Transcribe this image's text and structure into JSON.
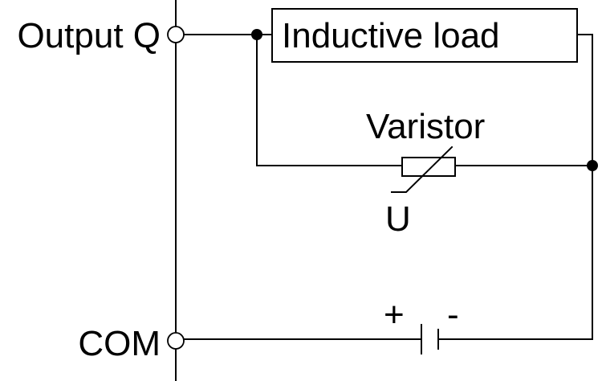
{
  "labels": {
    "output_q": "Output Q",
    "com": "COM",
    "inductive_load": "Inductive load",
    "varistor": "Varistor",
    "varistor_voltage": "U",
    "battery_plus": "+",
    "battery_minus": "-"
  },
  "colors": {
    "ink": "#000000",
    "background": "#ffffff"
  }
}
